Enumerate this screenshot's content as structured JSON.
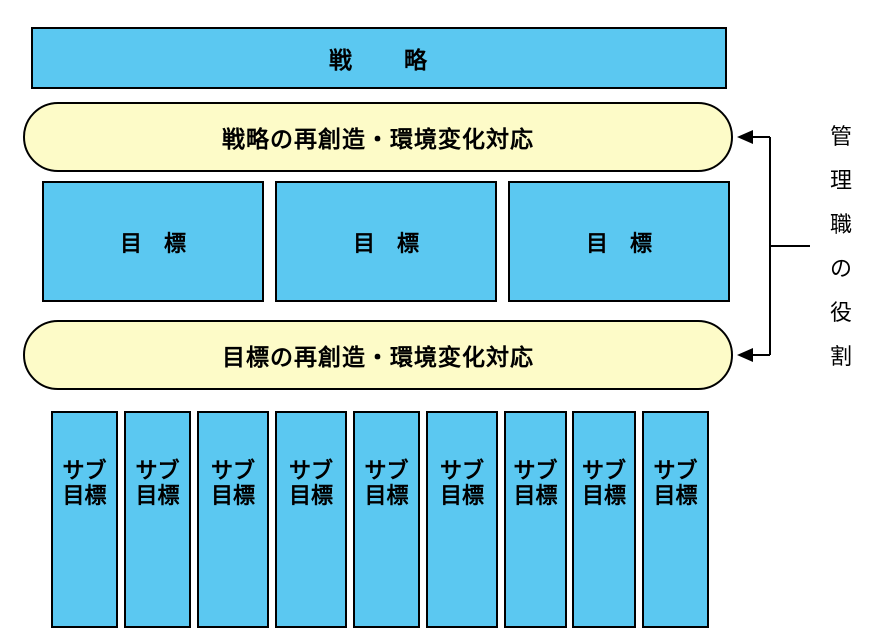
{
  "colors": {
    "blue_box": "#5bc8f1",
    "pill": "#fdfbc8",
    "border": "#000000"
  },
  "diagram": {
    "strategy": "戦　　略",
    "strategy_response": "戦略の再創造・環境変化対応",
    "goals": [
      "目　標",
      "目　標",
      "目　標"
    ],
    "goal_response": "目標の再創造・環境変化対応",
    "sub_goals": [
      [
        "サブ",
        "目標"
      ],
      [
        "サブ",
        "目標"
      ],
      [
        "サブ",
        "目標"
      ],
      [
        "サブ",
        "目標"
      ],
      [
        "サブ",
        "目標"
      ],
      [
        "サブ",
        "目標"
      ],
      [
        "サブ",
        "目標"
      ],
      [
        "サブ",
        "目標"
      ],
      [
        "サブ",
        "目標"
      ]
    ],
    "role_label": [
      "管",
      "理",
      "職",
      "の",
      "役",
      "割"
    ]
  }
}
